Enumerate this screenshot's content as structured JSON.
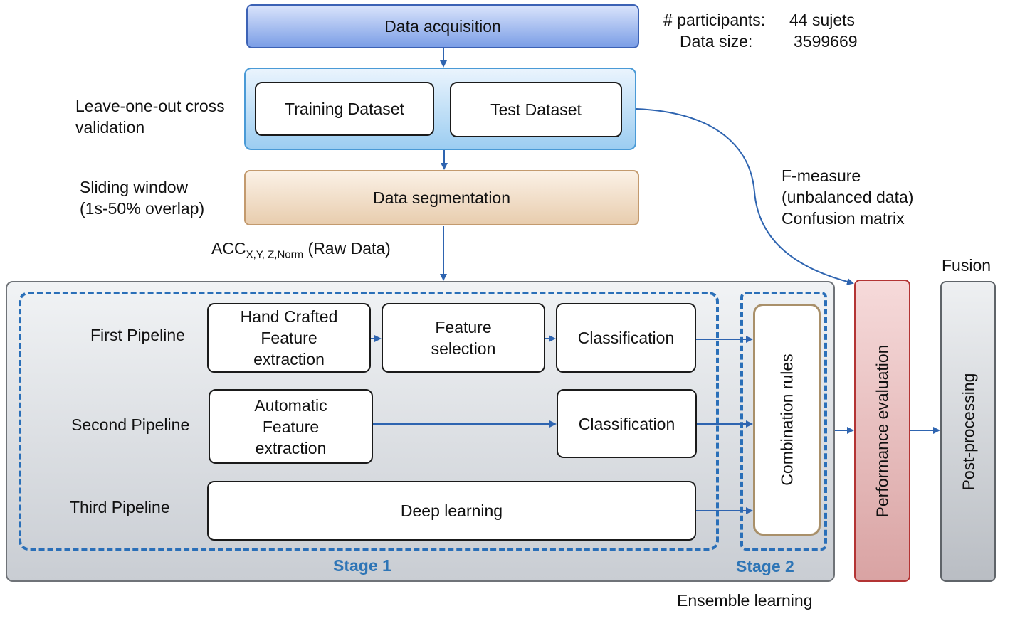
{
  "nodes": {
    "data_acquisition": "Data acquisition",
    "training_dataset": "Training Dataset",
    "test_dataset": "Test Dataset",
    "data_segmentation": "Data segmentation",
    "hand_crafted": [
      "Hand Crafted",
      "Feature",
      "extraction"
    ],
    "feature_selection": [
      "Feature",
      "selection"
    ],
    "classification_1": "Classification",
    "automatic": [
      "Automatic",
      "Feature",
      "extraction"
    ],
    "classification_2": "Classification",
    "deep_learning": "Deep learning",
    "combination_rules": "Combination rules",
    "performance_evaluation": "Performance evaluation",
    "post_processing": "Post-processing"
  },
  "labels": {
    "participants_key": "# participants:",
    "participants_value": "44 sujets",
    "data_size_key": "Data size:",
    "data_size_value": "3599669",
    "cross_validation": [
      "Leave-one-out cross",
      "validation"
    ],
    "sliding_window": [
      "Sliding window",
      "(1s-50% overlap)"
    ],
    "acc_main": "ACC",
    "acc_sub": "X,Y, Z,Norm",
    "acc_suffix": " (Raw Data)",
    "metrics": [
      "F-measure",
      "(unbalanced data)",
      "Confusion matrix"
    ],
    "fusion": "Fusion",
    "first_pipeline": "First Pipeline",
    "second_pipeline": "Second Pipeline",
    "third_pipeline": "Third Pipeline",
    "stage1": "Stage 1",
    "stage2": "Stage 2",
    "ensemble_learning": "Ensemble learning"
  },
  "colors": {
    "arrow": "#2e64b0",
    "dash": "#2a6fb8",
    "stage_text": "#2e75b6",
    "acq_top": "#d9e3fb",
    "acq_bottom": "#7b9ee6",
    "acq_border": "#3c62b5",
    "cv_top": "#eaf4fd",
    "cv_bottom": "#9ccdf1",
    "cv_border": "#4a9ad6",
    "seg_top": "#fbf1e6",
    "seg_bottom": "#e8cdae",
    "seg_border": "#c39a6e",
    "perf_top": "#f6dada",
    "perf_bottom": "#d9a3a3",
    "perf_border": "#b33434",
    "post_top": "#eef0f2",
    "post_bottom": "#b9bdc3",
    "post_border": "#5f6469",
    "ensemble_top": "#f1f3f5",
    "ensemble_bottom": "#c9cdd3",
    "combo_border": "#a9906a"
  }
}
